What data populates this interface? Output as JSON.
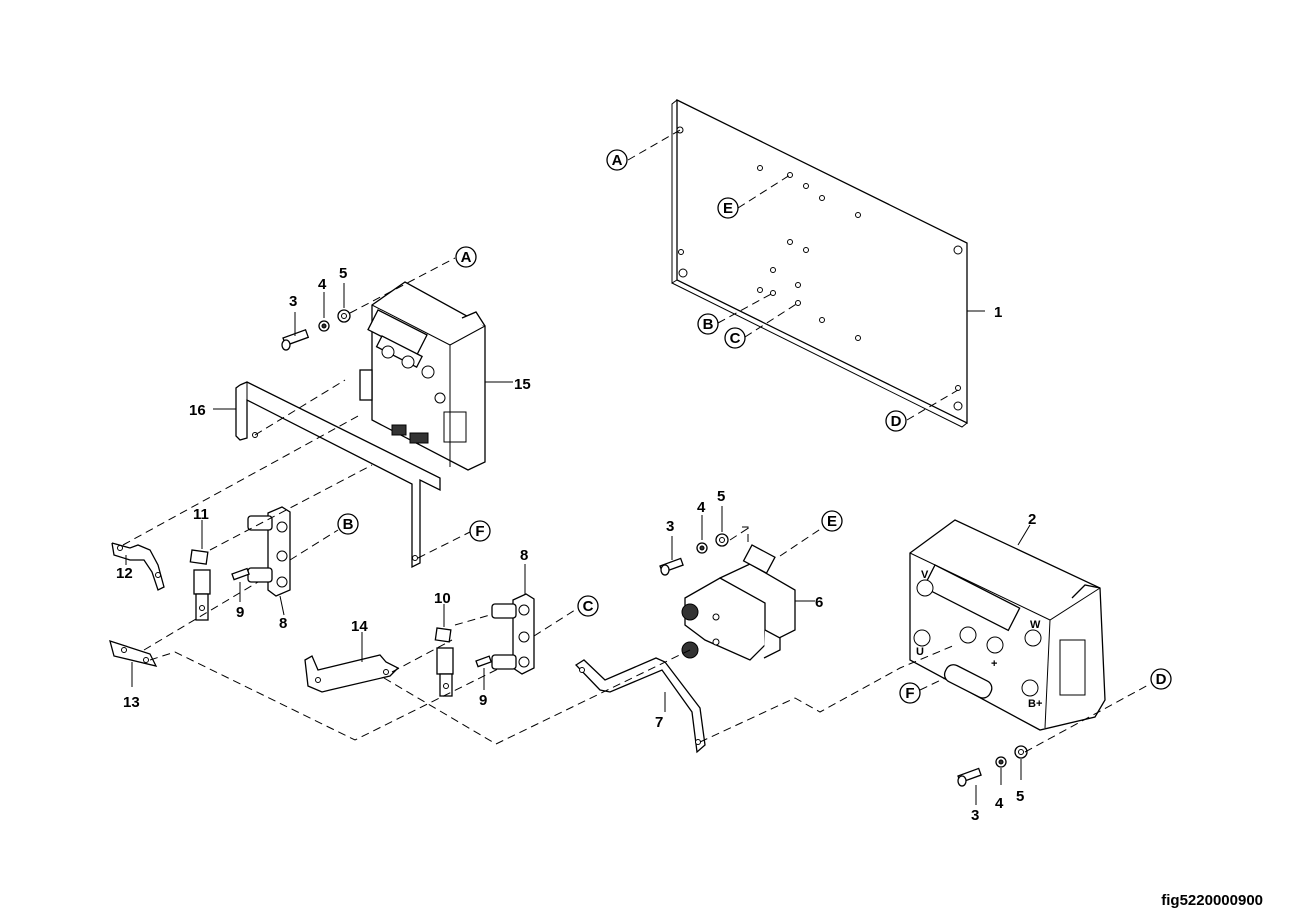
{
  "figure_id": "fig5220000900",
  "part_numbers": {
    "p1": "1",
    "p2": "2",
    "p3a": "3",
    "p3b": "3",
    "p3c": "3",
    "p4a": "4",
    "p4b": "4",
    "p4c": "4",
    "p5a": "5",
    "p5b": "5",
    "p5c": "5",
    "p6": "6",
    "p7": "7",
    "p8a": "8",
    "p8b": "8",
    "p9a": "9",
    "p9b": "9",
    "p10": "10",
    "p11": "11",
    "p12": "12",
    "p13": "13",
    "p14": "14",
    "p15": "15",
    "p16": "16"
  },
  "callouts": {
    "a_plate": "A",
    "a_ctrl": "A",
    "b_plate": "B",
    "b_fuse": "B",
    "c_plate": "C",
    "c_fuse": "C",
    "d_plate": "D",
    "d_ctrl": "D",
    "e_plate": "E",
    "e_cont": "E",
    "f_brkt": "F",
    "f_ctrl": "F"
  },
  "terminal_marks": {
    "v": "V",
    "w": "W",
    "u": "U",
    "plus": "+",
    "minus": "-",
    "bplus": "B+"
  }
}
